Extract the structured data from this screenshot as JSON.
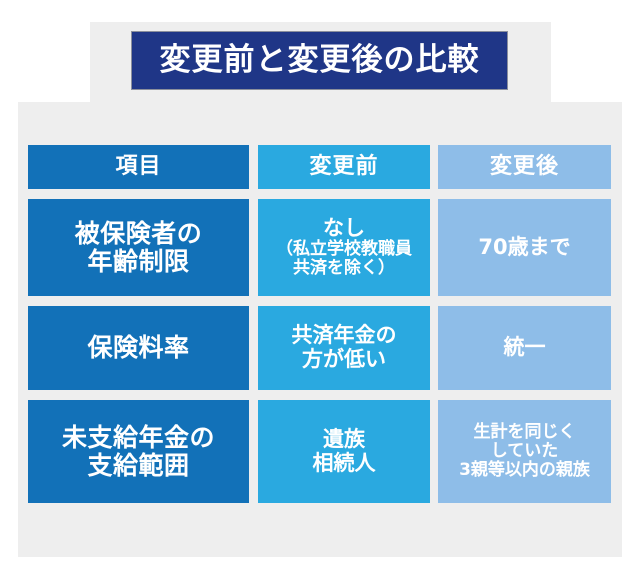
{
  "title": {
    "text": "変更前と変更後の比較",
    "background_color": "#1f3687",
    "text_color": "#ffffff"
  },
  "theme": {
    "page_background": "#ffffff",
    "panel_background": "#eeeeee",
    "column1_color": "#1271b8",
    "column2_color": "#2aa9e0",
    "column3_color": "#8ebde8"
  },
  "table": {
    "headers": [
      {
        "label": "項目"
      },
      {
        "label": "変更前"
      },
      {
        "label": "変更後"
      }
    ],
    "rows": [
      {
        "item": {
          "line1": "被保険者の",
          "line2": "年齢制限"
        },
        "before": {
          "line1": "なし",
          "line2": "（私立学校教職員",
          "line3": "共済を除く）"
        },
        "after": {
          "line1": "70歳まで"
        }
      },
      {
        "item": {
          "line1": "保険料率"
        },
        "before": {
          "line1": "共済年金の",
          "line2": "方が低い"
        },
        "after": {
          "line1": "統一"
        }
      },
      {
        "item": {
          "line1": "未支給年金の",
          "line2": "支給範囲"
        },
        "before": {
          "line1": "遺族",
          "line2": "相続人"
        },
        "after": {
          "line1": "生計を同じく",
          "line2": "していた",
          "line3": "3親等以内の親族"
        }
      }
    ]
  }
}
